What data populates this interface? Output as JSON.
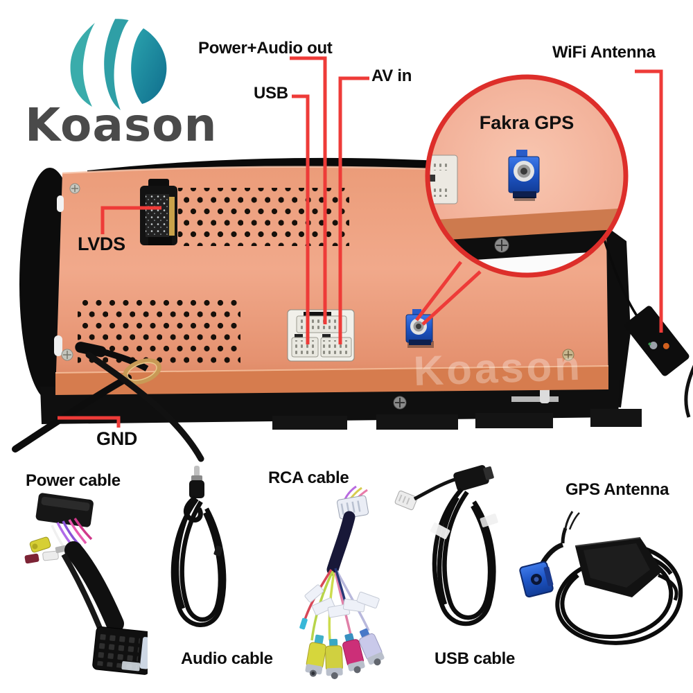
{
  "brand": {
    "name": "Koason",
    "watermark": "Koason"
  },
  "callouts": {
    "power_audio_out": "Power+Audio out",
    "usb": "USB",
    "av_in": "AV in",
    "wifi_antenna": "WiFi Antenna",
    "fakra_gps": "Fakra GPS",
    "lvds": "LVDS",
    "gnd": "GND"
  },
  "accessories": [
    {
      "label": "Power cable"
    },
    {
      "label": "Audio cable"
    },
    {
      "label": "RCA cable"
    },
    {
      "label": "USB cable"
    },
    {
      "label": "GPS Antenna"
    }
  ],
  "colors": {
    "callout_red": "#ee3b38",
    "magnifier_ring_red": "#dd2e2a",
    "panel_orange": "#eda083",
    "fakra_blue": "#1d54c4",
    "logo_teal": "#2ba4ae",
    "logo_text_gray": "#4a4a4a"
  }
}
